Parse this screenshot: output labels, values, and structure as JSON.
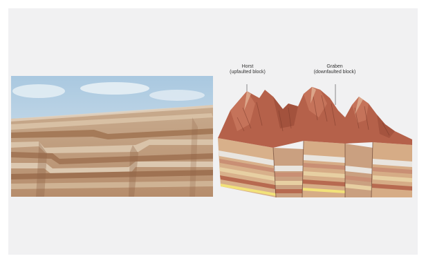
{
  "figure": {
    "photo_alt": "Layered sedimentary cliff offset by faults",
    "diagram_alt": "Block diagram of horst and graben"
  },
  "labels": {
    "horst": {
      "title": "Horst",
      "sub": "(upfaulted block)"
    },
    "graben": {
      "title": "Graben",
      "sub": "(downfaulted block)"
    }
  },
  "colors": {
    "background": "#f1f1f2",
    "sky": "#b9d4e8",
    "rock_tan": "#c9a27c",
    "rock_brown": "#9b6b4a",
    "rock_red": "#b5523d",
    "layer_white": "#e8e6e2",
    "layer_yellow": "#f2e27a"
  }
}
